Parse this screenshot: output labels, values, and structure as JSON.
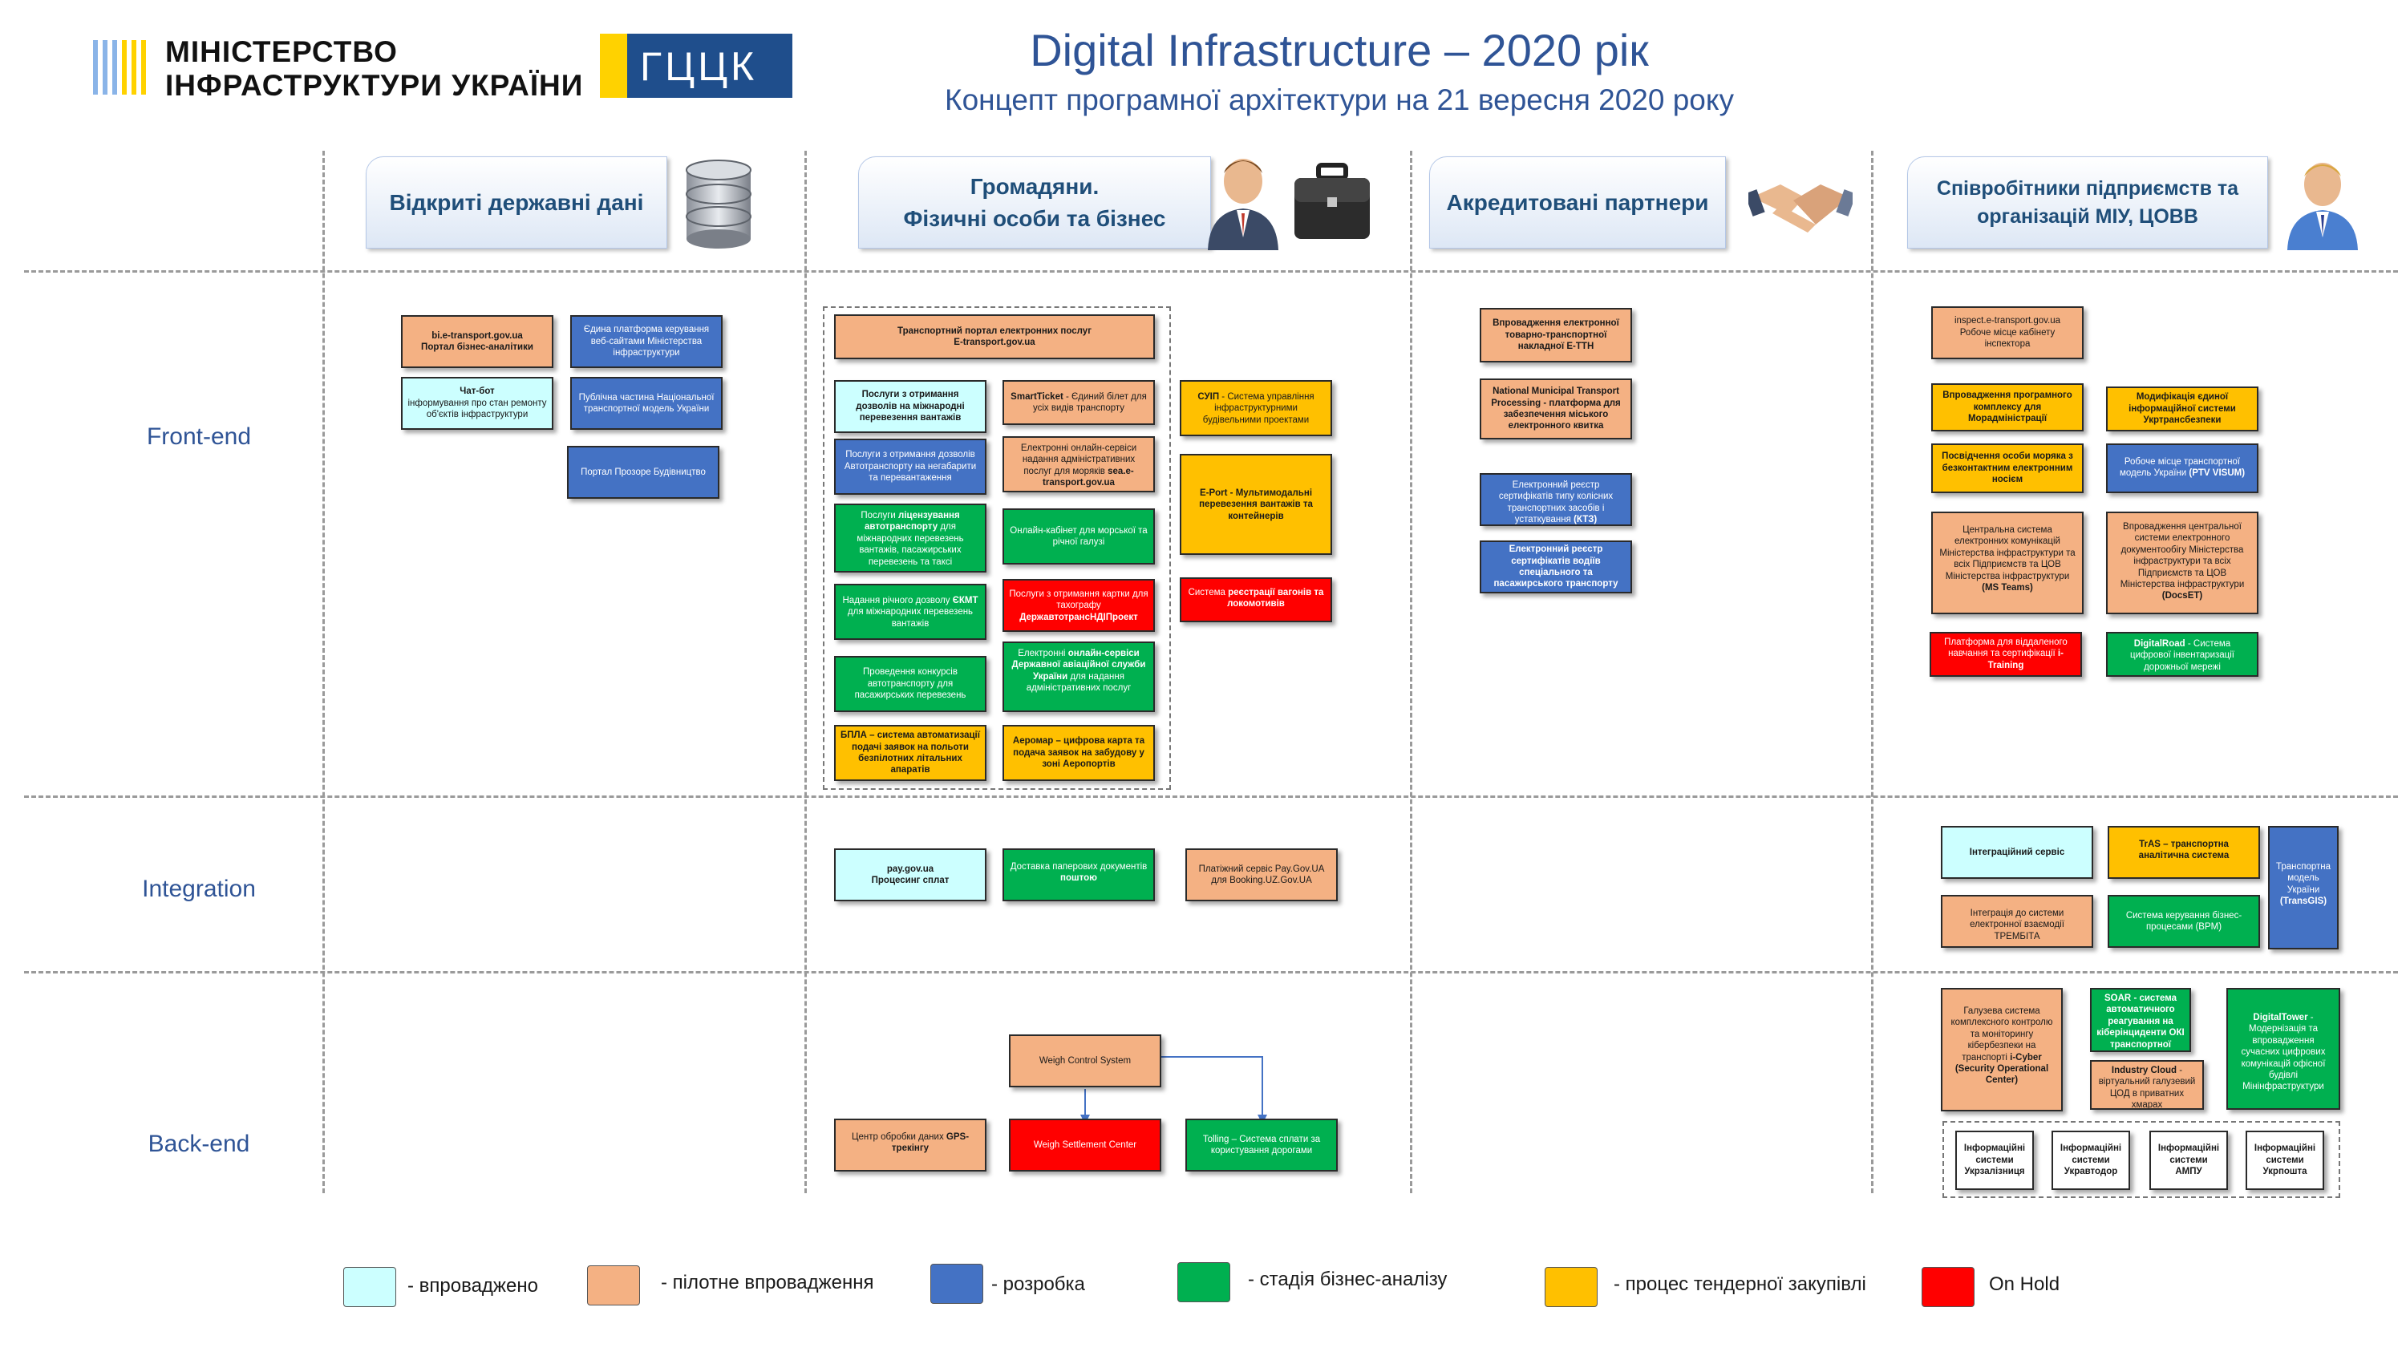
{
  "logo": {
    "ministry_line1": "МІНІСТЕРСТВО",
    "ministry_line2": "ІНФРАСТРУКТУРИ УКРАЇНИ",
    "gcck": "ГЦЦК"
  },
  "title": "Digital Infrastructure – 2020 рік",
  "subtitle": "Концепт програмної архітектури на 21 вересня 2020 року",
  "columns": {
    "c1": "Відкриті державні дані",
    "c2a": "Громадяни.",
    "c2b": "Фізичні особи та бізнес",
    "c3": "Акредитовані партнери",
    "c4a": "Співробітники підприємств та",
    "c4b": "організацій МІУ, ЦОВВ"
  },
  "rows": {
    "front": "Front-end",
    "integration": "Integration",
    "back": "Back-end"
  },
  "boxes": {
    "bi1": "bi.e-transport.gov.ua",
    "bi2": "Портал бізнес-аналітики",
    "unified": "Єдина платформа керування веб-сайтами Міністерства інфраструктури",
    "chat1": "Чат-бот",
    "chat2": "інформування про стан ремонту об'єктів інфраструктури",
    "ntm": "Публічна частина Національної транспортної модель України",
    "prozoro": "Портал Прозоре Будівництво",
    "portal1": "Транспортний портал електронних послуг",
    "portal2": "E-transport.gov.ua",
    "intl": "Послуги з отримання дозволів на міжнародні перевезення вантажів",
    "smart_b": "SmartTicket",
    "smart": " - Єдиний білет для усіх видів транспорту",
    "sup_b": "СУІП",
    "sup": " - Система управління інфраструктурними будівельними проектами",
    "auto": "Послуги з отримання дозволів Автотранспорту на негабарити та перевантаження",
    "sea1": "Електронні онлайн-сервіси надання адміністративних послуг для моряків ",
    "sea2": "sea.e-transport.gov.ua",
    "eport_b": "E-Port",
    "eport": " - Мультимодальні перевезення вантажів та контейнерів",
    "lic1": "Послуги ",
    "lic2": "ліцензування автотранспорту",
    "lic3": " для міжнародних перевезень вантажів, пасажирських перевезень та таксі",
    "cabinet": "Онлайн-кабінет для морської та річної галузі",
    "ekmt1": "Надання річного дозволу ",
    "ekmt2": "ЄКМТ",
    "ekmt3": " для міжнародних перевезень вантажів",
    "tacho1": "Послуги з отримання картки для тахографу ",
    "tacho2": "ДержавтотрансНДІПроект",
    "wagon1": "Система ",
    "wagon2": "реєстрації вагонів та локомотивів",
    "contest": "Проведення конкурсів автотранспорту для пасажирських перевезень",
    "avia1": "Електронні ",
    "avia2": "онлайн-сервіси Державної авіаційної служби України",
    "avia3": " для надання адміністративних послуг",
    "uav": "БПЛА – система автоматизації подачі заявок на польоти безпілотних літальних апаратів",
    "aeromap": "Аеромар – цифрова карта та подача заявок на забудову у зоні Аеропортів",
    "ettn": "Впровадження електронної товарно-транспортної накладної Е-ТТН",
    "nmtp": "National Municipal Transport Processing - платформа для забезпечення міського електронного квитка",
    "kts1": "Електронний реєстр сертифікатів типу колісних транспортних засобів і устаткування ",
    "kts2": "(КТЗ)",
    "drivers": "Електронний реєстр сертифікатів водіїв спеціального та пасажирського транспорту",
    "inspect1": "inspect.e-transport.gov.ua",
    "inspect2": "Робоче місце кабінету інспектора",
    "morad": "Впровадження програмного комплексу для Морадміністрації",
    "ukrtrans": "Модифікація єдиної інформаційної системи Укртрансбезпеки",
    "seaman": "Посвідчення особи моряка з безконтактним електронним носієм",
    "ptv1": "Робоче місце транспортної модель України ",
    "ptv2": "(PTV VISUM)",
    "teams1": "Центральна система електронних комунікацій Міністерства інфраструктури та всіх Підприємств та ЦОВ Міністерства інфраструктури ",
    "teams2": "(MS Teams)",
    "docs1": "Впровадження центральної системи електронного документообігу Міністерства інфраструктури та всіх Підприємств та ЦОВ Міністерства інфраструктури ",
    "docs2": "(DocsET)",
    "itrain1": "Платформа для віддаленого навчання та сертифікації ",
    "itrain2": "i-Training",
    "droad1": "DigitalRoad",
    "droad2": " - Система цифрової інвентаризації дорожньої мережі",
    "pay1": "pay.gov.ua",
    "pay2": "Процесинг сплат",
    "paper1": "Доставка паперових документів ",
    "paper2": "поштою",
    "booking": "Платіжний сервіс Pay.Gov.UA для Booking.UZ.Gov.UA",
    "integ_srv": "Інтеграційний сервіс",
    "tras1": "TrAS",
    "tras2": " – транспортна аналітична система",
    "transgis1": "Транспортна модель України ",
    "transgis2": "(TransGIS)",
    "trembita1": "Інтеграція до системи електронної взаємодії ",
    "trembita2": "ТРЕМБІТА",
    "bpm": "Система керування бізнес-процесами (BPM)",
    "wcs": "Weigh Control System",
    "gps1": "Центр обробки даних ",
    "gps2": "GPS-трекінгу",
    "wsc": "Weigh Settlement Center",
    "tolling": "Tolling – Система сплати за користування дорогами",
    "icyber1": "Галузева система комплексного контролю та моніторингу кібербезпеки на транспорті ",
    "icyber2": "i-Cyber (Security Operational Center)",
    "soar1": "SOAR",
    "soar2": " - система автоматичного реагування на кіберінциденти ОКІ транспортної галузі",
    "dtower1": "DigitalTower",
    "dtower2": " - Модернізація та впровадження сучасних цифрових комунікацій офісної будівлі Мінінфраструктури",
    "cloud1": "Industry Cloud",
    "cloud2": " - віртуальний галузевий ЦОД в приватних хмарах",
    "is_uz": "Інформаційні системи Укрзалізниця",
    "is_ad": "Інформаційні системи Укравтодор",
    "is_ampu": "Інформаційні системи АМПУ",
    "is_up": "Інформаційні системи Укрпошта"
  },
  "legend": {
    "impl": "- впроваджено",
    "pilot": "- пілотне впровадження",
    "dev": "- розробка",
    "biz": "- стадія бізнес-аналізу",
    "tend": "- процес  тендерної закупівлі",
    "hold": "On Hold"
  },
  "colors": {
    "impl": "#ccffff",
    "pilot": "#f4b183",
    "dev": "#4472c4",
    "biz": "#00b050",
    "tend": "#ffc000",
    "hold": "#ff0000",
    "title": "#2f5496"
  }
}
